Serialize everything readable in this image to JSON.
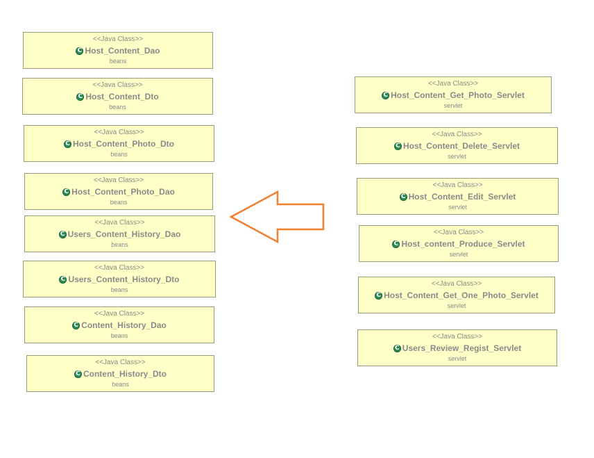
{
  "stereotype": "<<Java Class>>",
  "icon": "class-c-icon",
  "icon_glyph": "C",
  "colors": {
    "box_fill": "#ffffc8",
    "box_border": "#9a9a7a",
    "class_icon": "#2e8b57",
    "arrow": "#f08030"
  },
  "left_classes": [
    {
      "name": "Host_Content_Dao",
      "package": "beans"
    },
    {
      "name": "Host_Content_Dto",
      "package": "beans"
    },
    {
      "name": "Host_Content_Photo_Dto",
      "package": "beans"
    },
    {
      "name": "Host_Content_Photo_Dao",
      "package": "beans"
    },
    {
      "name": "Users_Content_History_Dao",
      "package": "beans"
    },
    {
      "name": "Users_Content_History_Dto",
      "package": "beans"
    },
    {
      "name": "Content_History_Dao",
      "package": "beans"
    },
    {
      "name": "Content_History_Dto",
      "package": "beans"
    }
  ],
  "right_classes": [
    {
      "name": "Host_Content_Get_Photo_Servlet",
      "package": "servlet"
    },
    {
      "name": "Host_Content_Delete_Servlet",
      "package": "servlet"
    },
    {
      "name": "Host_Content_Edit_Servlet",
      "package": "servlet"
    },
    {
      "name": "Host_content_Produce_Servlet",
      "package": "servlet"
    },
    {
      "name": "Host_Content_Get_One_Photo_Servlet",
      "package": "servlet"
    },
    {
      "name": "Users_Review_Regist_Servlet",
      "package": "servlet"
    }
  ]
}
